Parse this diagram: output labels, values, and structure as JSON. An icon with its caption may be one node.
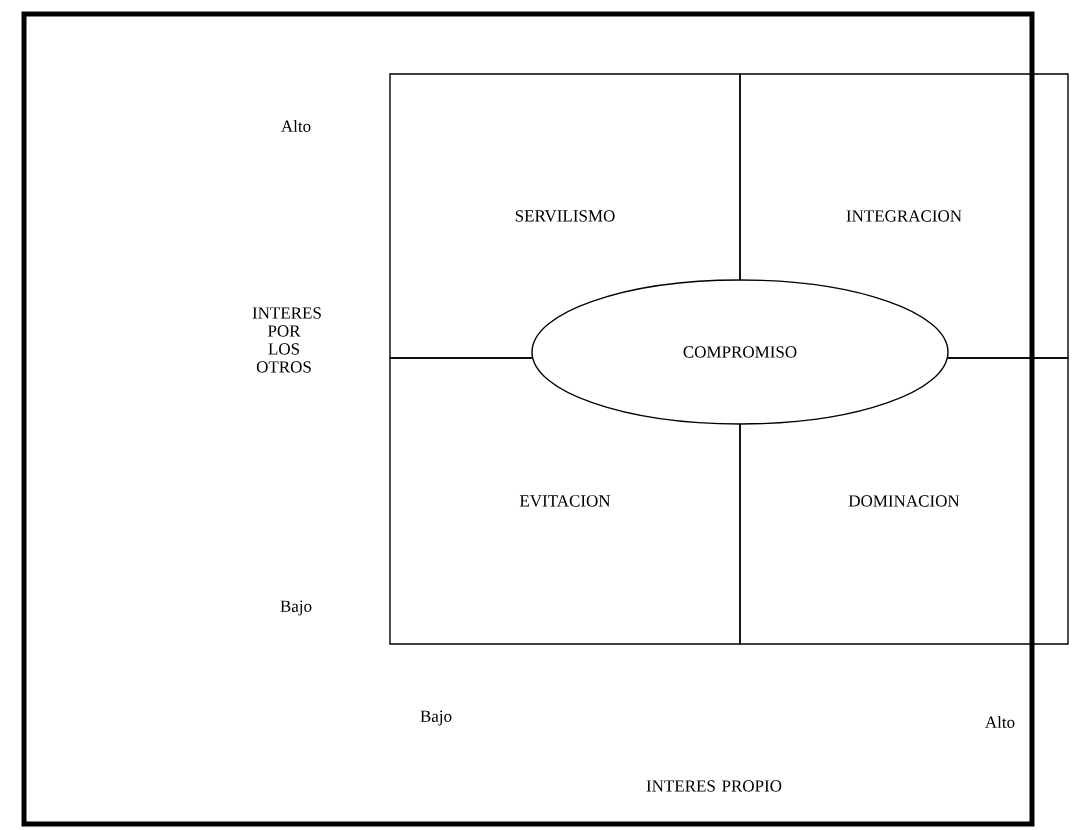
{
  "diagram": {
    "nodes": [
      {
        "text": [
          "SERVILISMO"
        ]
      },
      {
        "text": [
          "INTEGRACION"
        ]
      },
      {
        "text": [
          "EVITACION"
        ]
      },
      {
        "text": [
          "DOMINACION"
        ]
      },
      {
        "text": [
          "COMPROMISO"
        ]
      }
    ],
    "labels": [
      "Alto",
      "INTERES POR LOS OTROS",
      "Bajo",
      "Bajo",
      "Alto",
      "INTERES PROPIO"
    ]
  }
}
